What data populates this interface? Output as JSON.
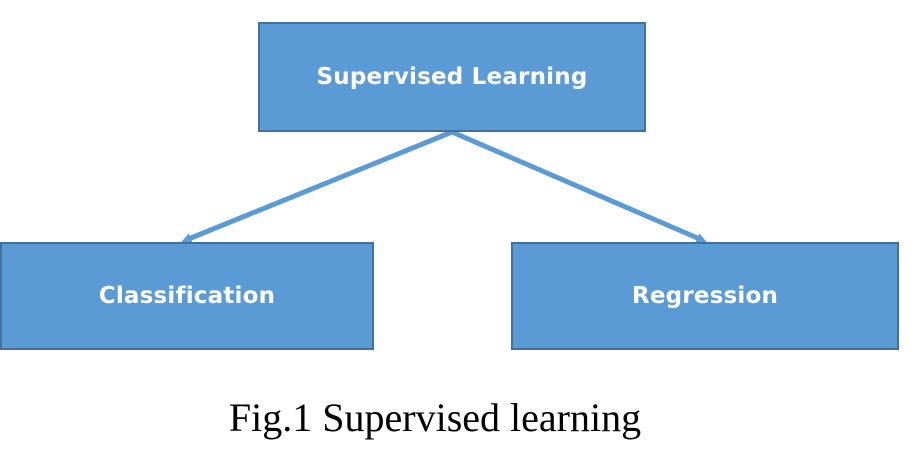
{
  "diagram": {
    "root": {
      "label": "Supervised Learning"
    },
    "children": [
      {
        "label": "Classification"
      },
      {
        "label": "Regression"
      }
    ],
    "colors": {
      "node_fill": "#5b9bd5",
      "node_border": "#41719c",
      "node_text": "#ffffff",
      "edge": "#5b9bd5"
    }
  },
  "caption": "Fig.1 Supervised learning"
}
